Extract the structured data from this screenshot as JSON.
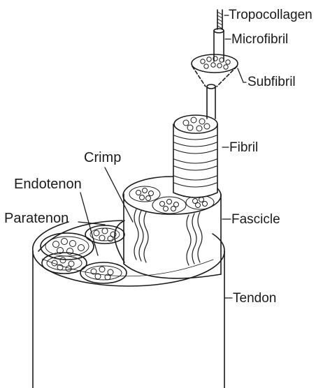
{
  "labels": {
    "tropocollagen": "Tropocollagen",
    "microfibril": "Microfibril",
    "subfibril": "Subfibril",
    "fibril": "Fibril",
    "fascicle": "Fascicle",
    "tendon": "Tendon",
    "crimp": "Crimp",
    "endotenon": "Endotenon",
    "paratenon": "Paratenon"
  },
  "colors": {
    "ink": "#1a1a1a",
    "paper": "#ffffff"
  }
}
